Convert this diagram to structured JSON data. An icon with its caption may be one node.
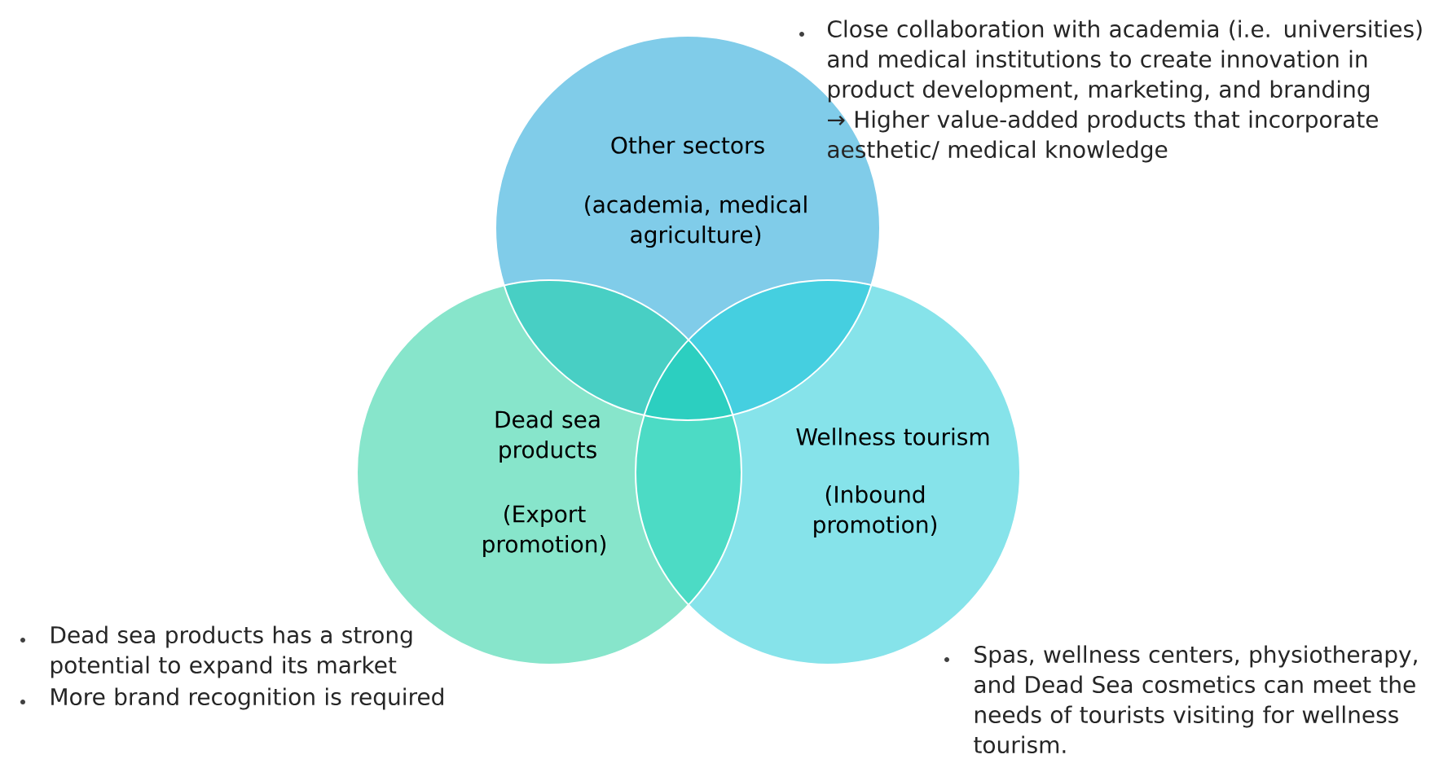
{
  "diagram": {
    "nodes": [
      {
        "text": [
          "Other sectors",
          "(academia, medical agriculture)"
        ]
      },
      {
        "text": [
          "Dead sea products",
          "(Export promotion)"
        ]
      },
      {
        "text": [
          "Wellness tourism",
          "(Inbound promotion)"
        ]
      }
    ],
    "labels": [
      "Close collaboration with academia (i.e. universities) and medical institutions to create innovation in product development, marketing, and branding → Higher value-added products that incorporate aesthetic/ medical knowledge",
      "Dead sea products has a strong potential to expand its market",
      "More brand recognition is required",
      "Spas, wellness centers, physiotherapy, and Dead Sea cosmetics can meet the needs of tourists visiting for wellness tourism."
    ]
  }
}
